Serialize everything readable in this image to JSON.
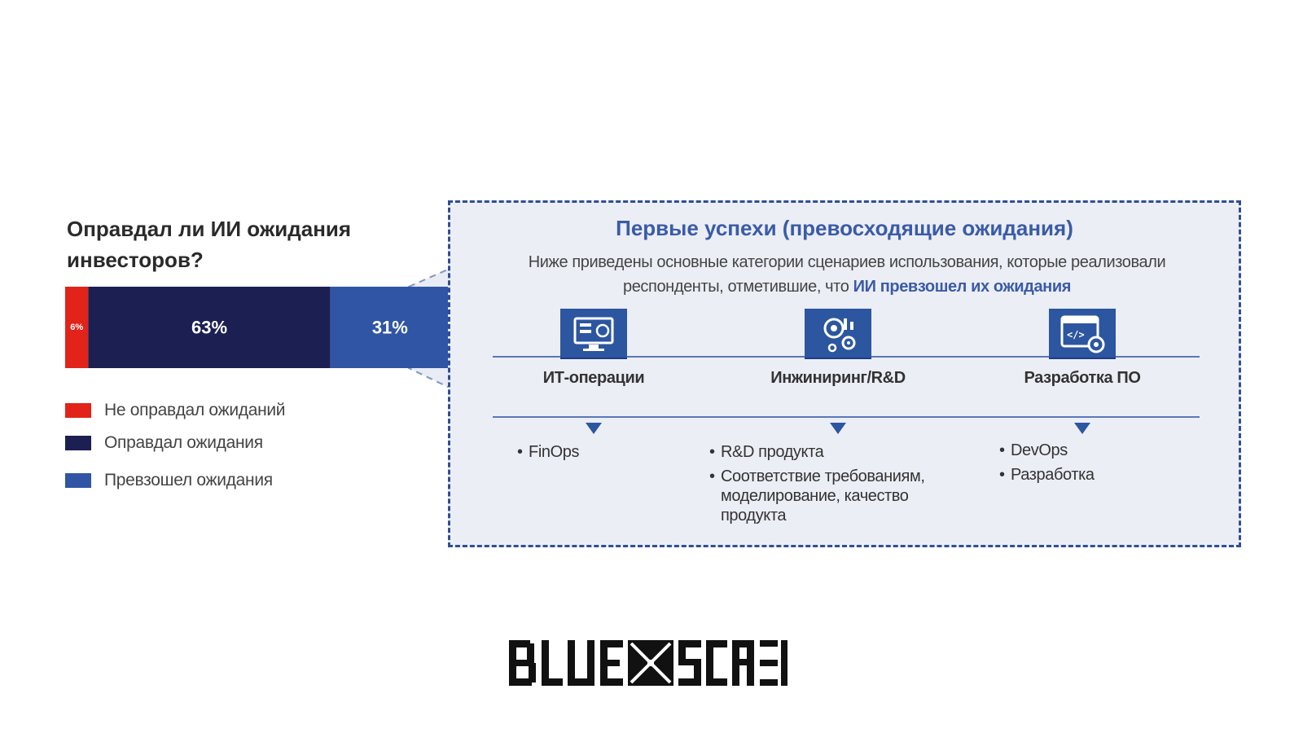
{
  "chart_data": {
    "type": "bar",
    "orientation": "horizontal-stacked",
    "title": "Оправдал ли ИИ ожидания инвесторов?",
    "unit": "%",
    "segments": [
      {
        "name": "Не оправдал ожиданий",
        "value": 6,
        "label": "6%",
        "color": "#e2231a"
      },
      {
        "name": "Оправдал ожидания",
        "value": 63,
        "label": "63%",
        "color": "#1b1f52"
      },
      {
        "name": "Превзошел ожидания",
        "value": 31,
        "label": "31%",
        "color": "#2f55a4"
      }
    ],
    "legend_position": "bottom-left",
    "grid": false
  },
  "panel": {
    "title": "Первые успехи (превосходящие ожидания)",
    "subtitle_part1": "Ниже приведены основные категории сценариев использования, которые реализовали респонденты, отметившие, что ",
    "subtitle_highlight": "ИИ превзошел их ожидания",
    "categories": [
      {
        "label": "ИТ-операции",
        "icon": "monitor-dashboard-icon",
        "items": [
          "FinOps"
        ]
      },
      {
        "label": "Инжиниринг/R&D",
        "icon": "engineering-gears-icon",
        "items": [
          "R&D продукта",
          "Соответствие требованиям, моделирование, качество продукта"
        ]
      },
      {
        "label": "Разработка ПО",
        "icon": "code-window-gear-icon",
        "items": [
          "DevOps",
          "Разработка"
        ]
      }
    ]
  },
  "logo": {
    "text": "BLUE SCREEN",
    "icon": "bluescreen-logo"
  },
  "colors": {
    "accent": "#3a5ba8",
    "panel_bg": "#eceef6",
    "panel_border": "#2f4f95",
    "icon_bg": "#2c56a0"
  }
}
